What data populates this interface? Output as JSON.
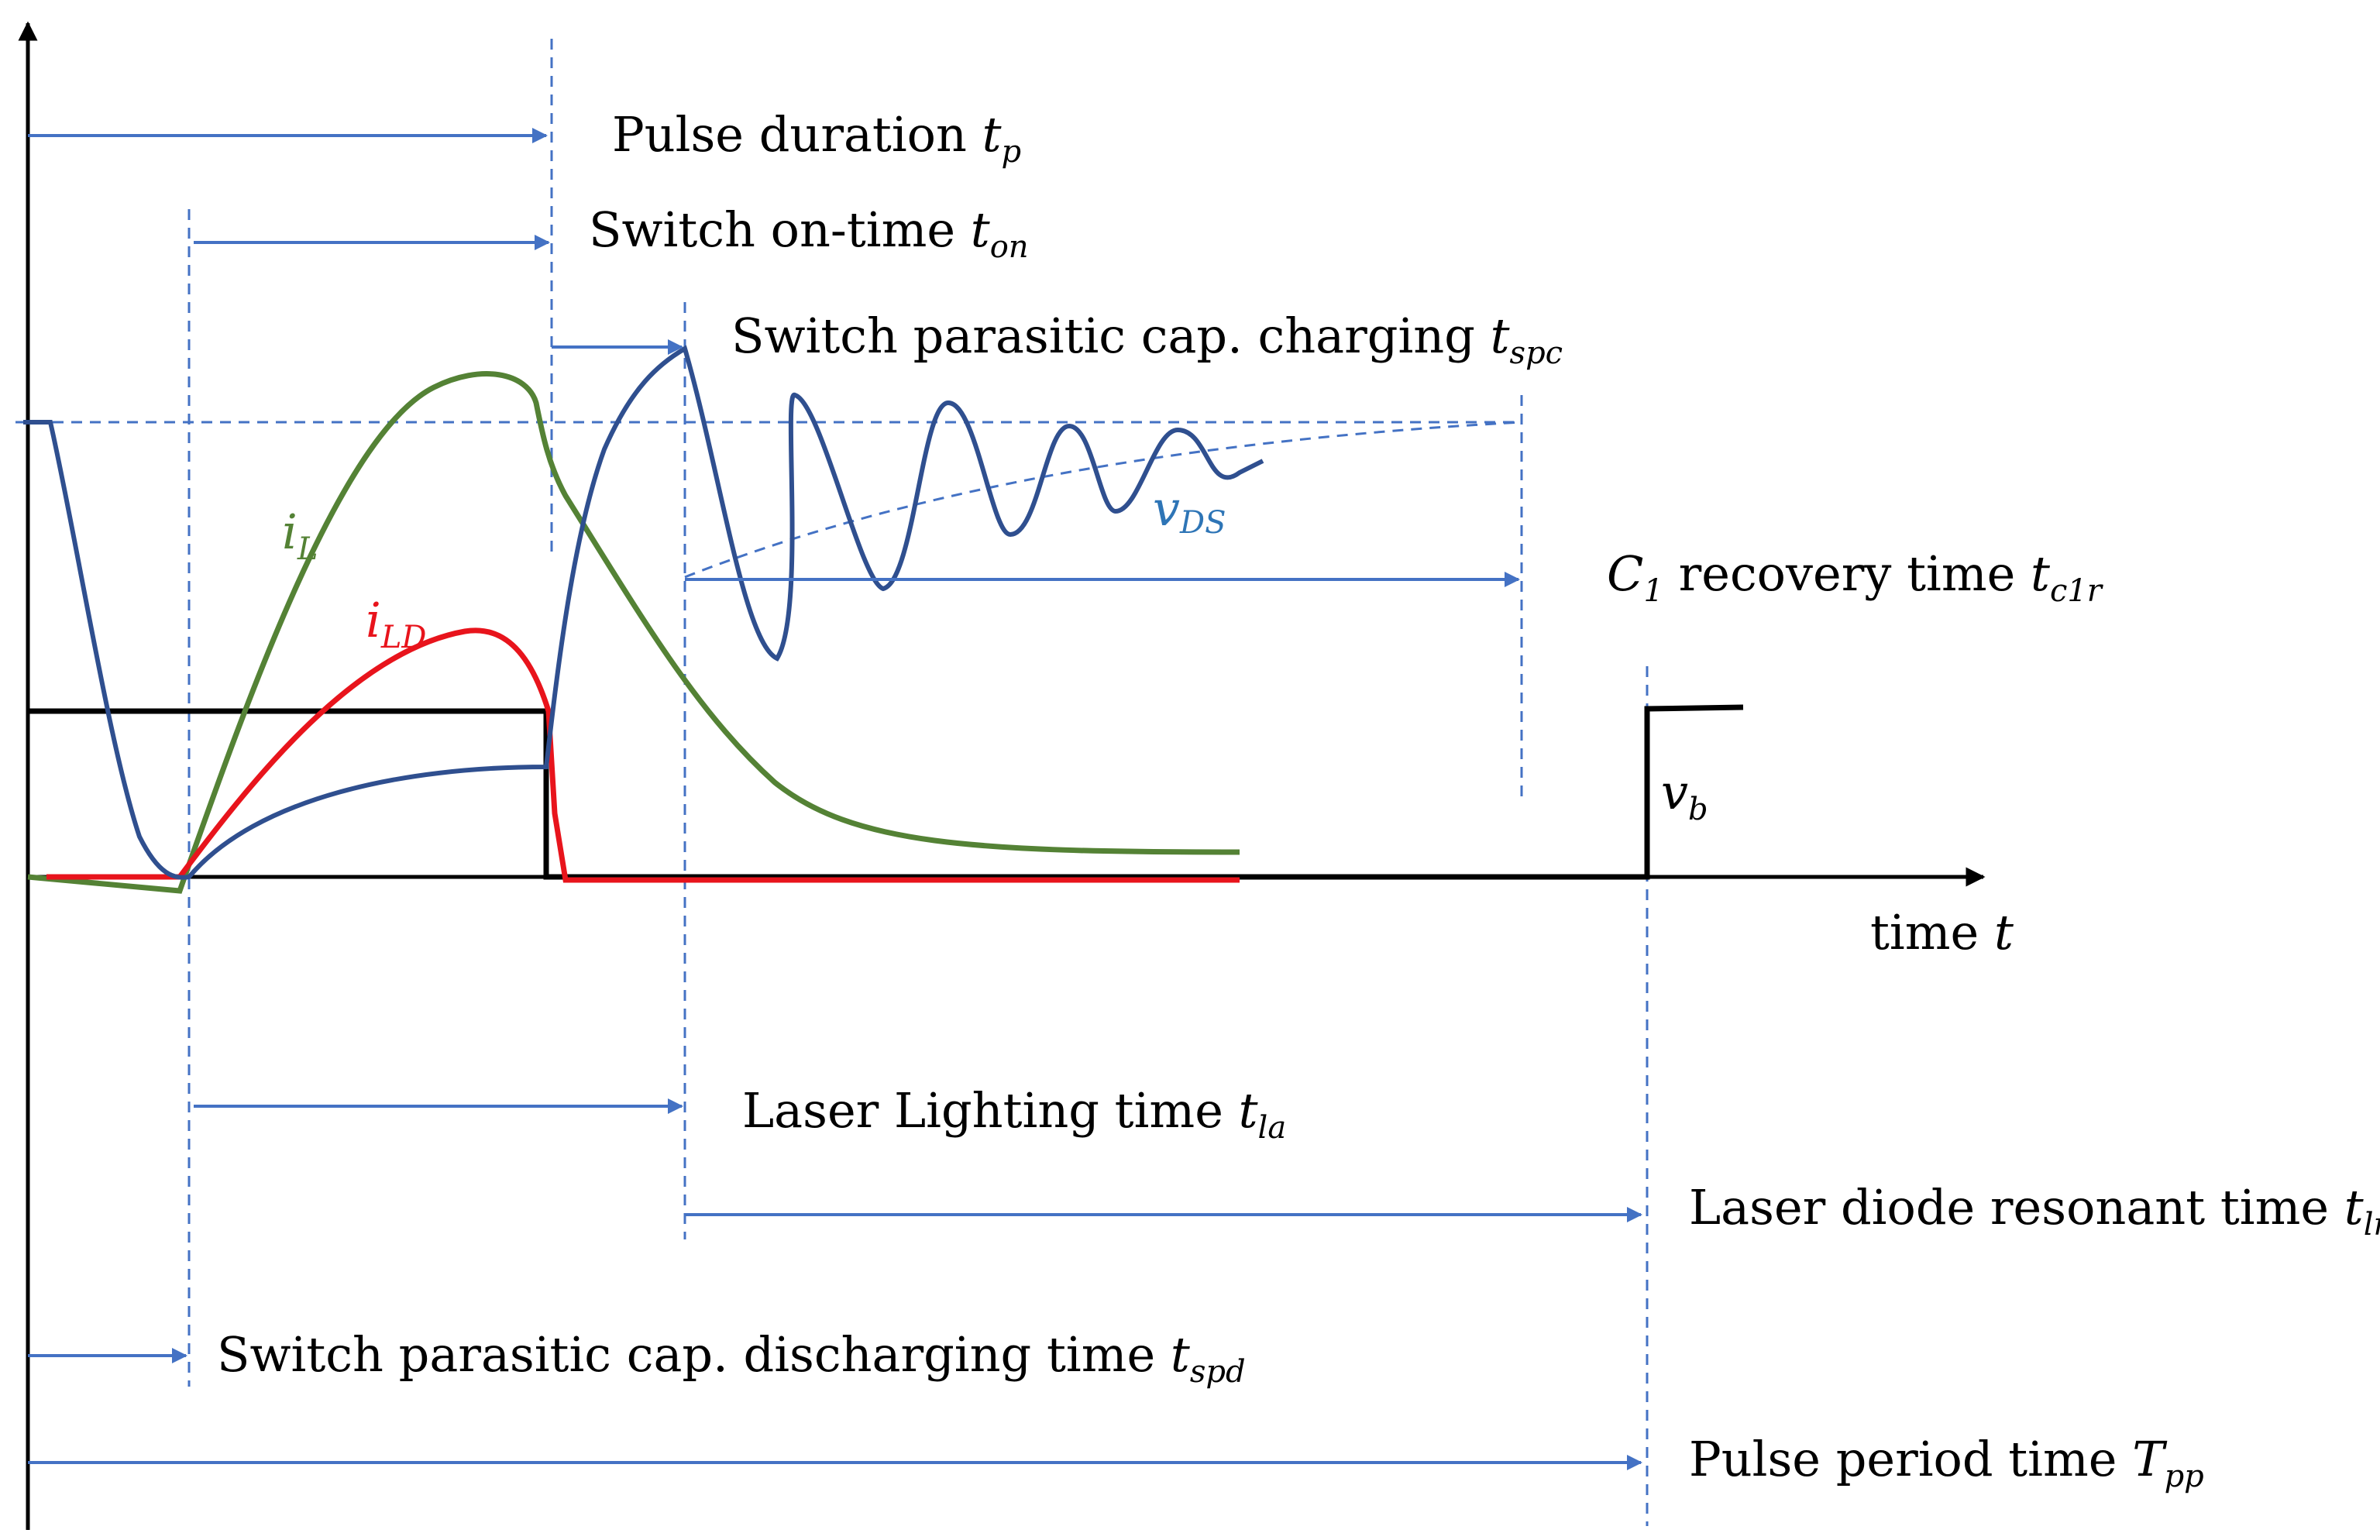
{
  "colors": {
    "axis": "#000000",
    "arrow": "#4472c4",
    "guide": "#4472c4",
    "vds": "#2f4f8f",
    "iL": "#548235",
    "iLD": "#e8141c",
    "vb": "#000000",
    "vds_label": "#2e75b6"
  },
  "labels": {
    "pulse_duration": {
      "text": "Pulse duration ",
      "sym": "t",
      "sub": "p"
    },
    "switch_on": {
      "text": "Switch on-time ",
      "sym": "t",
      "sub": "on"
    },
    "spc": {
      "text": "Switch parasitic cap. charging ",
      "sym": "t",
      "sub": "spc"
    },
    "c1r": {
      "pre": "C",
      "pre_sub": "1",
      "text": " recovery time ",
      "sym": "t",
      "sub": "c1r"
    },
    "time_axis": {
      "text": "time ",
      "sym": "t"
    },
    "laser_lighting": {
      "text": "Laser Lighting time ",
      "sym": "t",
      "sub": "la"
    },
    "ld_resonant": {
      "text": "Laser diode resonant time ",
      "sym": "t",
      "sub": "lr"
    },
    "spd": {
      "text": "Switch parasitic cap. discharging time ",
      "sym": "t",
      "sub": "spd"
    },
    "pulse_period": {
      "text": "Pulse period time ",
      "sym": "T",
      "sub": "pp"
    },
    "iL": {
      "sym": "i",
      "sub": "L"
    },
    "iLD": {
      "sym": "i",
      "sub": "LD"
    },
    "vDS": {
      "sym": "v",
      "sub": "DS"
    },
    "vb": {
      "sym": "v",
      "sub": "b"
    }
  }
}
